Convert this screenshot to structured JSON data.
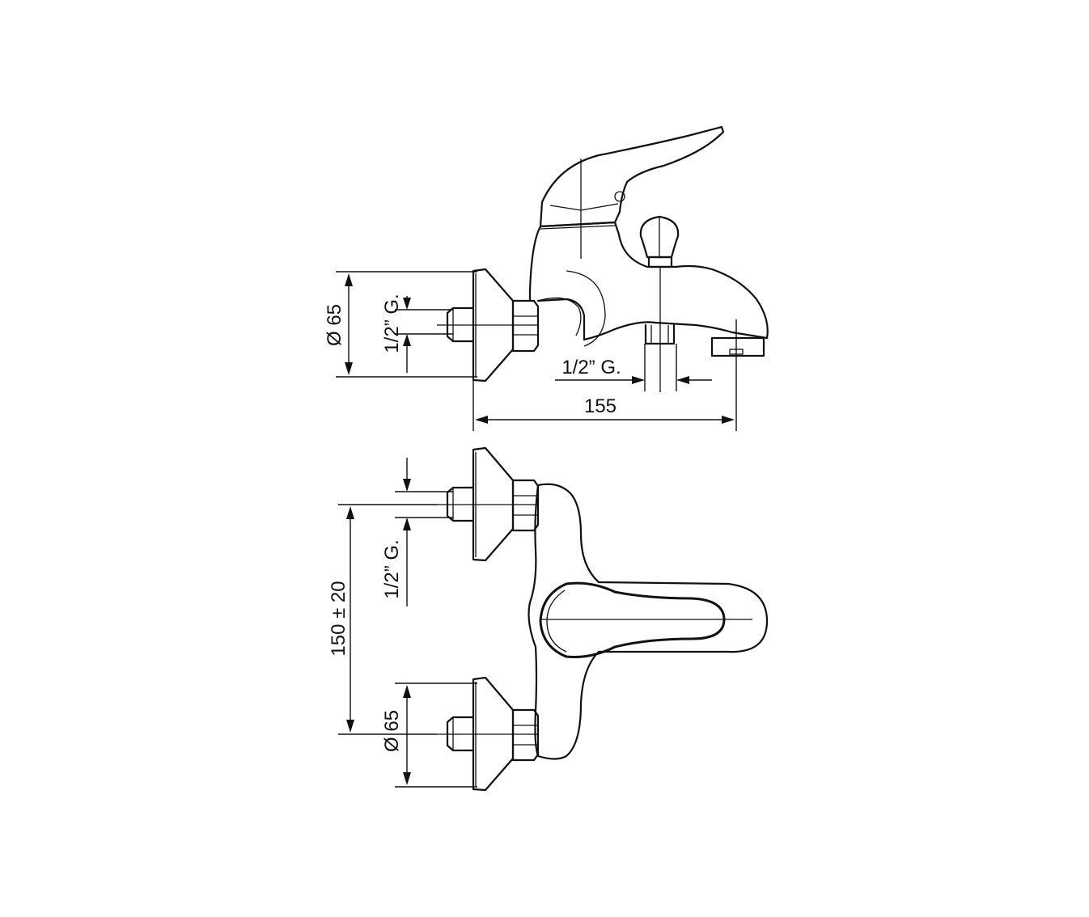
{
  "top_view": {
    "flange_diameter_label": "Ø 65",
    "inlet_thread_label": "1/2” G.",
    "outlet_thread_label": "1/2” G.",
    "overall_width_label": "155"
  },
  "front_view": {
    "inlet_thread_label": "1/2” G.",
    "center_distance_label": "150 ± 20",
    "flange_diameter_label": "Ø 65"
  },
  "colors": {
    "line": "#111111",
    "background": "#ffffff"
  }
}
